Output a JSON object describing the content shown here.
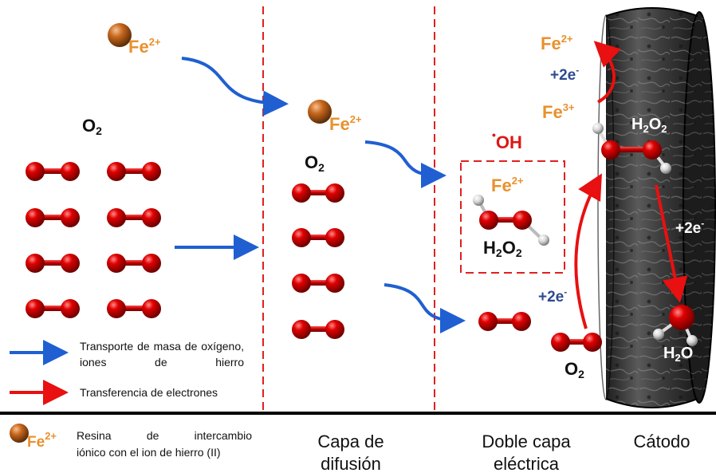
{
  "labels": {
    "fe2": "Fe",
    "fe2_charge": "2+",
    "fe3": "Fe",
    "fe3_charge": "3+",
    "o2": "O",
    "o2_sub": "2",
    "h2o2_h": "H",
    "h2o2_sub1": "2",
    "h2o2_o": "O",
    "h2o2_sub2": "2",
    "h2o_h": "H",
    "h2o_sub": "2",
    "h2o_o": "O",
    "electrons": "+2e",
    "electron_charge": "-",
    "radical_dot": "•",
    "radical": "OH"
  },
  "legend": {
    "mass_transport": "Transporte de masa de oxígeno, iones de hierro",
    "electron_transfer": "Transferencia de electrones",
    "resin_line1": "Resina de intercambio",
    "resin_line2": "iónico con el ion de hierro (II)"
  },
  "regions": {
    "diffusion_line1": "Capa de",
    "diffusion_line2": "difusión",
    "double_layer_line1": "Doble capa",
    "double_layer_line2": "eléctrica",
    "cathode": "Cátodo"
  },
  "colors": {
    "transport_arrow": "#1f5fd1",
    "electron_arrow": "#e81010",
    "iron_ion_text": "#e8912d",
    "electron_text": "#2e4a8f",
    "boundary_dashed": "#e02020",
    "oxygen_atom": "#d40000",
    "iron_sphere": "#c46a1f",
    "cathode": "#3a3a3a"
  }
}
